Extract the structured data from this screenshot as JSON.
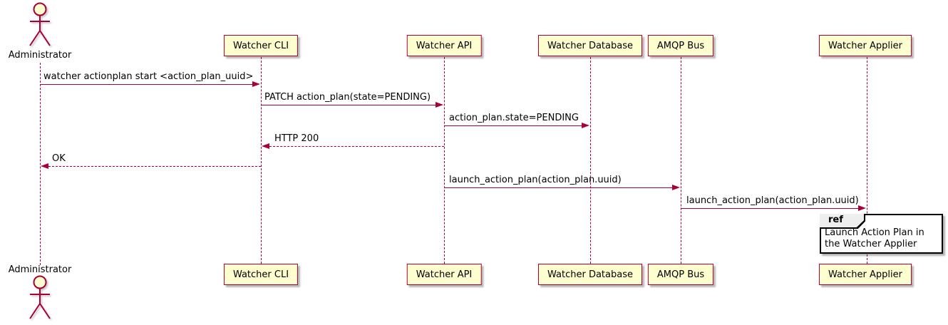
{
  "diagram_type": "uml-sequence-diagram",
  "colors": {
    "arrow": "#A80036",
    "lifeline": "#A80036",
    "participant_fill": "#FEFECE",
    "participant_border": "#A80036",
    "actor_stroke": "#A80036",
    "ref_border": "#000000",
    "ref_tab_fill": "#EEEEEE",
    "background": "#FFFFFF",
    "text": "#000000"
  },
  "actor": {
    "label": "Administrator"
  },
  "participants": [
    {
      "name": "Watcher CLI"
    },
    {
      "name": "Watcher API"
    },
    {
      "name": "Watcher Database"
    },
    {
      "name": "AMQP Bus"
    },
    {
      "name": "Watcher Applier"
    }
  ],
  "messages": [
    {
      "from": "Administrator",
      "to": "Watcher CLI",
      "label": "watcher actionplan start <action_plan_uuid>",
      "line": "solid"
    },
    {
      "from": "Watcher CLI",
      "to": "Watcher API",
      "label": "PATCH action_plan(state=PENDING)",
      "line": "solid"
    },
    {
      "from": "Watcher API",
      "to": "Watcher Database",
      "label": "action_plan.state=PENDING",
      "line": "solid"
    },
    {
      "from": "Watcher API",
      "to": "Watcher CLI",
      "label": "HTTP 200",
      "line": "dashed"
    },
    {
      "from": "Watcher CLI",
      "to": "Administrator",
      "label": "OK",
      "line": "dashed"
    },
    {
      "from": "Watcher API",
      "to": "AMQP Bus",
      "label": "launch_action_plan(action_plan.uuid)",
      "line": "solid"
    },
    {
      "from": "AMQP Bus",
      "to": "Watcher Applier",
      "label": "launch_action_plan(action_plan.uuid)",
      "line": "solid"
    }
  ],
  "ref": {
    "tab_label": "ref",
    "body": "Launch Action Plan in the Watcher Applier"
  }
}
